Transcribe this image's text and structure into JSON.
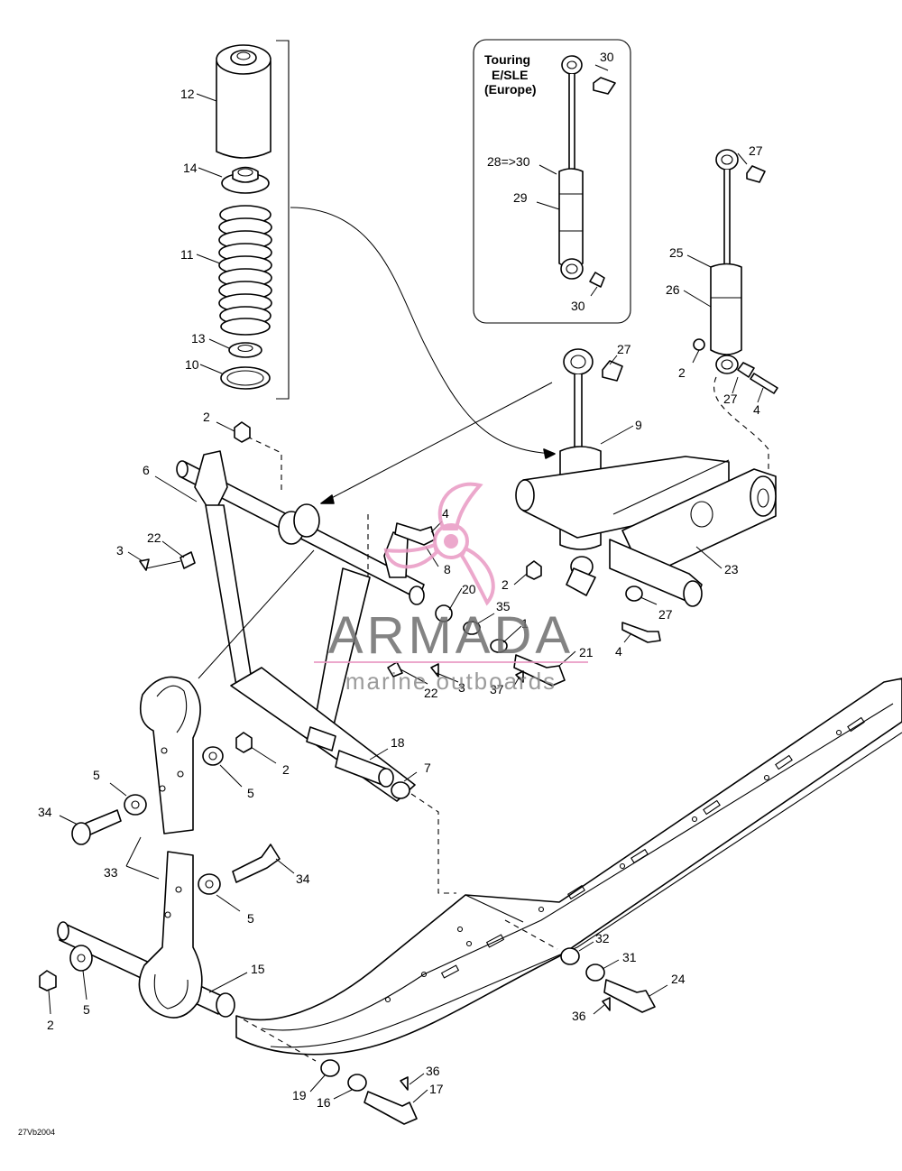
{
  "inset": {
    "title_lines": [
      "Touring",
      "E/SLE",
      "(Europe)"
    ]
  },
  "callouts": [
    {
      "id": "c12",
      "text": "12"
    },
    {
      "id": "c14",
      "text": "14"
    },
    {
      "id": "c11",
      "text": "11"
    },
    {
      "id": "c13",
      "text": "13"
    },
    {
      "id": "c10",
      "text": "10"
    },
    {
      "id": "c30a",
      "text": "30"
    },
    {
      "id": "c28",
      "text": "28=>30"
    },
    {
      "id": "c29",
      "text": "29"
    },
    {
      "id": "c30b",
      "text": "30"
    },
    {
      "id": "c27a",
      "text": "27"
    },
    {
      "id": "c25",
      "text": "25"
    },
    {
      "id": "c26",
      "text": "26"
    },
    {
      "id": "c2a",
      "text": "2"
    },
    {
      "id": "c27b",
      "text": "27"
    },
    {
      "id": "c4a",
      "text": "4"
    },
    {
      "id": "c27c",
      "text": "27"
    },
    {
      "id": "c9",
      "text": "9"
    },
    {
      "id": "c2b",
      "text": "2"
    },
    {
      "id": "c6",
      "text": "6"
    },
    {
      "id": "c22a",
      "text": "22"
    },
    {
      "id": "c3a",
      "text": "3"
    },
    {
      "id": "c4b",
      "text": "4"
    },
    {
      "id": "c8",
      "text": "8"
    },
    {
      "id": "c20",
      "text": "20"
    },
    {
      "id": "c2c",
      "text": "2"
    },
    {
      "id": "c23",
      "text": "23"
    },
    {
      "id": "c35",
      "text": "35"
    },
    {
      "id": "c1",
      "text": "1"
    },
    {
      "id": "c27d",
      "text": "27"
    },
    {
      "id": "c4c",
      "text": "4"
    },
    {
      "id": "c21",
      "text": "21"
    },
    {
      "id": "c22b",
      "text": "22"
    },
    {
      "id": "c3b",
      "text": "3"
    },
    {
      "id": "c37",
      "text": "37"
    },
    {
      "id": "c18",
      "text": "18"
    },
    {
      "id": "c2d",
      "text": "2"
    },
    {
      "id": "c7",
      "text": "7"
    },
    {
      "id": "c5a",
      "text": "5"
    },
    {
      "id": "c5b",
      "text": "5"
    },
    {
      "id": "c34a",
      "text": "34"
    },
    {
      "id": "c33",
      "text": "33"
    },
    {
      "id": "c34b",
      "text": "34"
    },
    {
      "id": "c5c",
      "text": "5"
    },
    {
      "id": "c15",
      "text": "15"
    },
    {
      "id": "c2e",
      "text": "2"
    },
    {
      "id": "c5d",
      "text": "5"
    },
    {
      "id": "c32",
      "text": "32"
    },
    {
      "id": "c31",
      "text": "31"
    },
    {
      "id": "c24",
      "text": "24"
    },
    {
      "id": "c36a",
      "text": "36"
    },
    {
      "id": "c36b",
      "text": "36"
    },
    {
      "id": "c17",
      "text": "17"
    },
    {
      "id": "c19",
      "text": "19"
    },
    {
      "id": "c16",
      "text": "16"
    }
  ],
  "drawing_ref": "27Vb2004",
  "watermark": {
    "brand": "ARMADA",
    "tagline": "marine outboards",
    "accent_color": "#e99ac4",
    "text_color": "#6e6e6e"
  }
}
